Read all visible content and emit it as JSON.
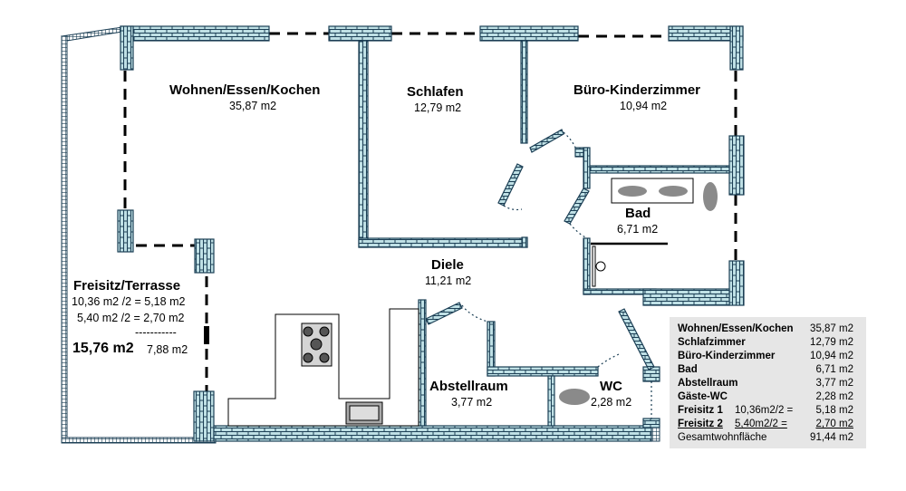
{
  "rooms": {
    "wohnen": {
      "name": "Wohnen/Essen/Kochen",
      "area": "35,87 m2"
    },
    "schlafen": {
      "name": "Schlafen",
      "area": "12,79 m2"
    },
    "buero": {
      "name": "Büro-Kinderzimmer",
      "area": "10,94 m2"
    },
    "bad": {
      "name": "Bad",
      "area": "6,71 m2"
    },
    "diele": {
      "name": "Diele",
      "area": "11,21 m2"
    },
    "abstellraum": {
      "name": "Abstellraum",
      "area": "3,77 m2"
    },
    "wc": {
      "name": "WC",
      "area": "2,28 m2"
    }
  },
  "terrace": {
    "name": "Freisitz/Terrasse",
    "calc1": "10,36 m2 /2 = 5,18 m2",
    "calc2": "5,40 m2 /2 = 2,70 m2",
    "separator": "-----------",
    "total": "15,76 m2",
    "half": "7,88 m2"
  },
  "area_table": {
    "rows": [
      {
        "name": "Wohnen/Essen/Kochen",
        "value": "35,87 m2"
      },
      {
        "name": "Schlafzimmer",
        "value": "12,79 m2"
      },
      {
        "name": "Büro-Kinderzimmer",
        "value": "10,94 m2"
      },
      {
        "name": "Bad",
        "value": "6,71 m2"
      },
      {
        "name": "Abstellraum",
        "value": "3,77 m2"
      },
      {
        "name": "Gäste-WC",
        "value": "2,28 m2"
      }
    ],
    "freisitz1": {
      "name": "Freisitz 1",
      "calc": "10,36m2/2 =",
      "value": "5,18 m2"
    },
    "freisitz2": {
      "name": "Freisitz 2",
      "calc": "5,40m2/2 =",
      "value": "2,70 m2"
    },
    "total": {
      "name": "Gesamtwohnfläche",
      "value": "91,44 m2"
    }
  },
  "colors": {
    "wall_fill": "#bfe0e5",
    "wall_line": "#1c3f55",
    "table_bg": "#e6e6e6"
  }
}
